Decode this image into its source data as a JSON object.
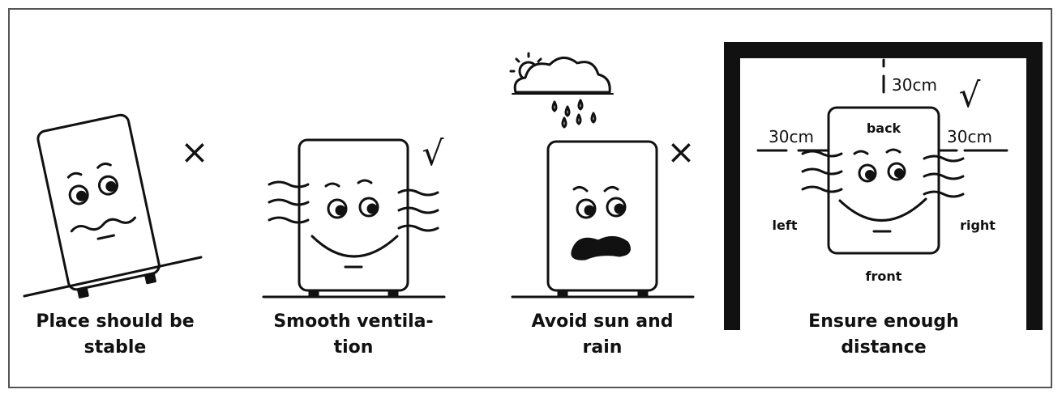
{
  "panels": [
    {
      "caption": [
        "Place should be",
        "stable"
      ],
      "status": "×"
    },
    {
      "caption": [
        "Smooth ventila-",
        "tion"
      ],
      "status": "√"
    },
    {
      "caption": [
        "Avoid sun and",
        "rain"
      ],
      "status": "×"
    },
    {
      "caption": [
        "Ensure enough",
        "distance"
      ],
      "status": "√",
      "labels": {
        "top_distance": "30cm",
        "left_distance": "30cm",
        "right_distance": "30cm",
        "back": "back",
        "front": "front",
        "left": "left",
        "right": "right"
      }
    }
  ],
  "colors": {
    "ink": "#111111",
    "frame": "#555555",
    "wall": "#111111"
  }
}
